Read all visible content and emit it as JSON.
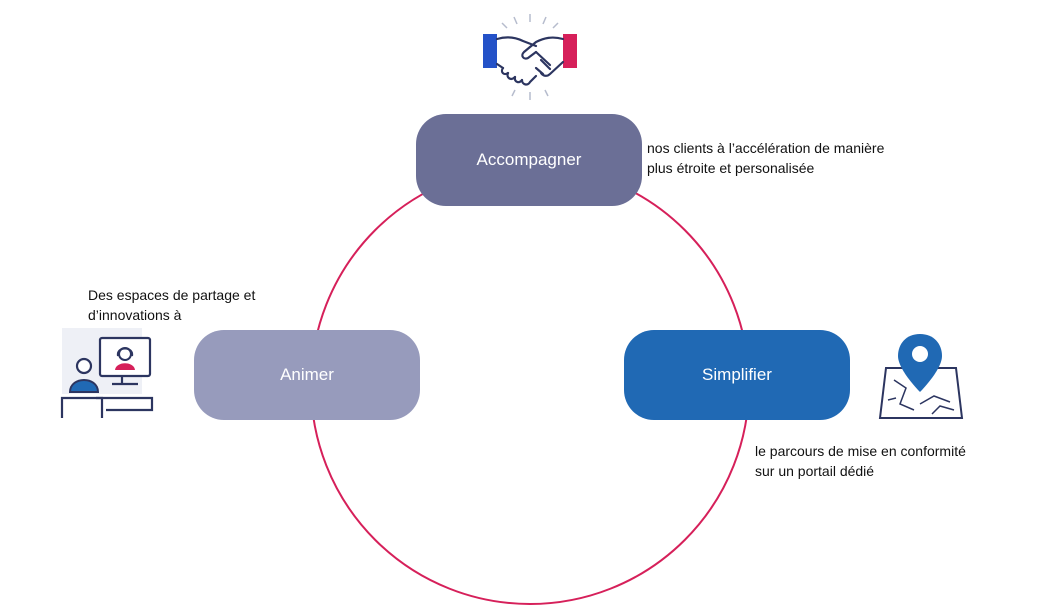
{
  "colors": {
    "ring": "#d6205a",
    "accompagner": "#6b6f96",
    "animer": "#979bbc",
    "simplifier": "#2069b4",
    "flag_blue": "#2452c8",
    "flag_red": "#d6205a",
    "icon_stroke": "#2c3560"
  },
  "nodes": {
    "accompagner": {
      "label": "Accompagner",
      "caption_lines": [
        "nos clients à l’accélération de manière",
        "plus étroite et personalisée"
      ],
      "icon": "handshake-icon"
    },
    "animer": {
      "label": "Animer",
      "caption_lines": [
        "Des espaces de partage et",
        "d’innovations à"
      ],
      "icon": "video-call-icon"
    },
    "simplifier": {
      "label": "Simplifier",
      "caption_lines": [
        "le parcours de mise en conformité",
        "sur un portail dédié"
      ],
      "icon": "map-pin-icon"
    }
  }
}
